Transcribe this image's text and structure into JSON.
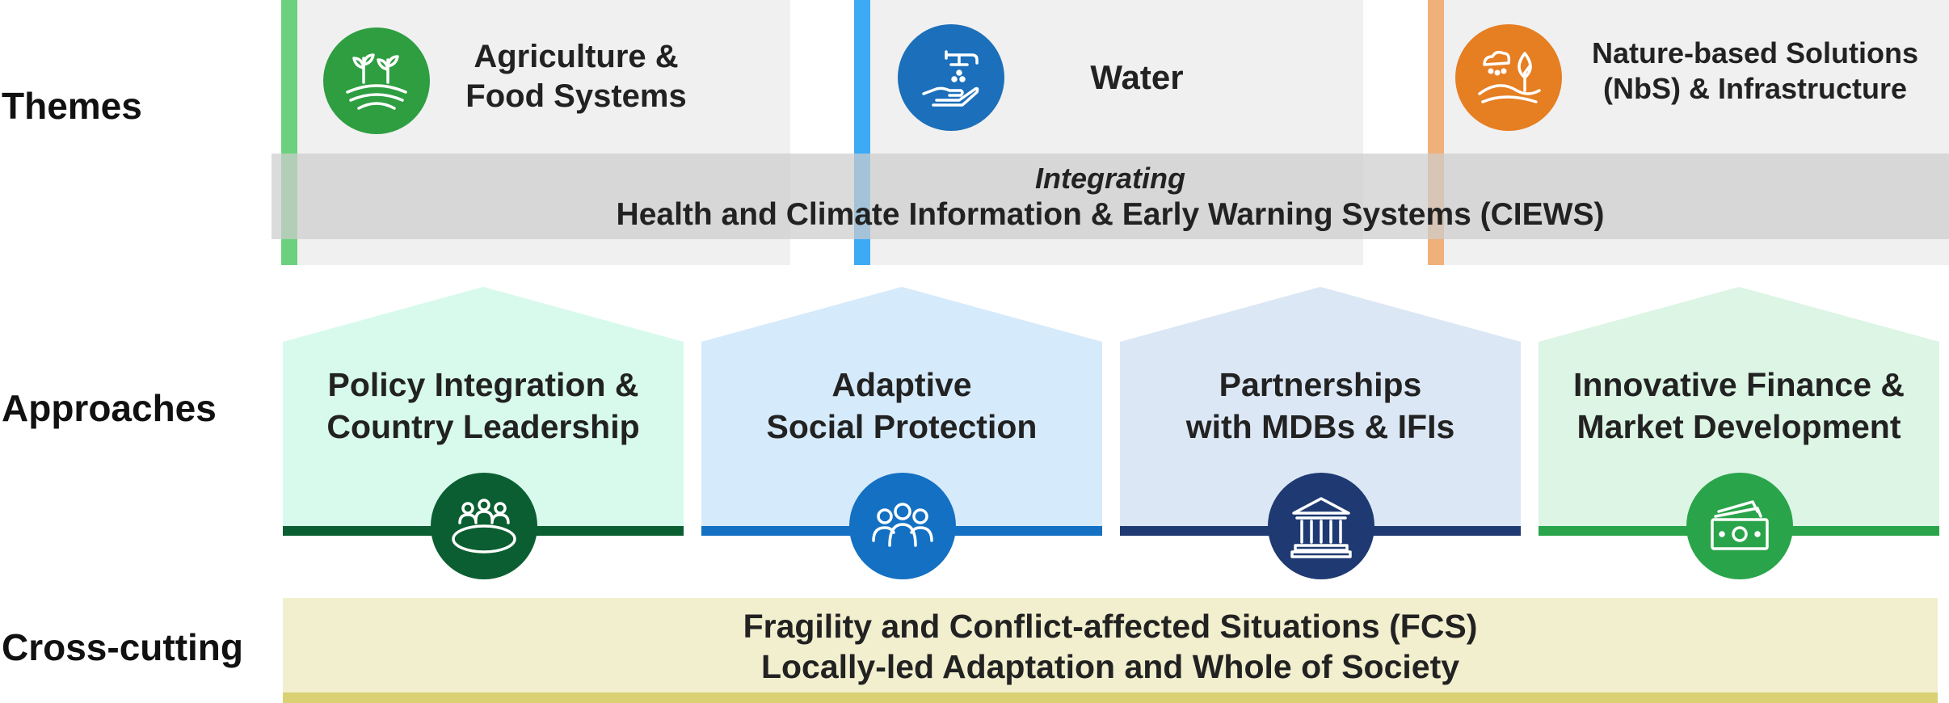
{
  "rows": {
    "themes": "Themes",
    "approaches": "Approaches",
    "cross_cutting": "Cross-cutting"
  },
  "themes": [
    {
      "line1": "Agriculture &",
      "line2": "Food Systems",
      "icon": "agriculture-field-icon",
      "color": "#2e9e41",
      "bar_color": "#6cd17e"
    },
    {
      "line1": "Water",
      "line2": "",
      "icon": "water-tap-hand-icon",
      "color": "#1c6fba",
      "bar_color": "#3daaf5"
    },
    {
      "line1": "Nature-based Solutions",
      "line2": "(NbS) & Infrastructure",
      "icon": "nature-landscape-icon",
      "color": "#e67e22",
      "bar_color": "#f0b07a"
    }
  ],
  "integrating": {
    "label": "Integrating",
    "text": "Health and Climate Information & Early Warning Systems (CIEWS)"
  },
  "approaches": [
    {
      "line1": "Policy Integration &",
      "line2": "Country Leadership",
      "icon": "meeting-table-icon",
      "fill": "#d8faec",
      "accent": "#0b5e31"
    },
    {
      "line1": "Adaptive",
      "line2": "Social Protection",
      "icon": "people-group-icon",
      "fill": "#d5eafb",
      "accent": "#1470c2"
    },
    {
      "line1": "Partnerships",
      "line2": "with MDBs & IFIs",
      "icon": "bank-building-icon",
      "fill": "#dce7f5",
      "accent": "#1f3a72"
    },
    {
      "line1": "Innovative Finance &",
      "line2": "Market Development",
      "icon": "money-bills-icon",
      "fill": "#dcf5e4",
      "accent": "#2aa44a"
    }
  ],
  "cross_cutting": {
    "line1": "Fragility and Conflict-affected Situations (FCS)",
    "line2": "Locally-led Adaptation and Whole of Society"
  }
}
